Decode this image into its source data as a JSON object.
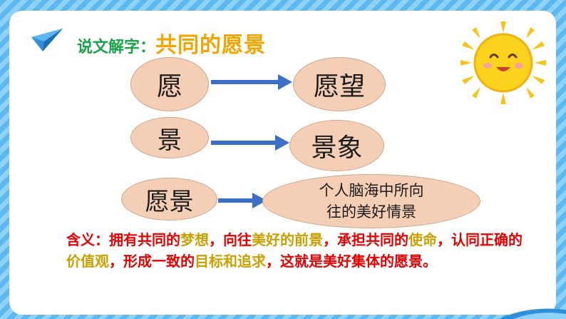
{
  "header": {
    "label": "说文解字：",
    "title": "共同的愿景"
  },
  "diagram": {
    "rows": [
      {
        "left": "愿",
        "right": "愿望"
      },
      {
        "left": "景",
        "right": "景象"
      },
      {
        "left": "愿景",
        "right_line1": "个人脑海中所向",
        "right_line2": "往的美好情景"
      }
    ]
  },
  "definition": {
    "p1": "含义：拥有共同的",
    "k1": "梦想",
    "p2": "，向往",
    "k2": "美好的前景",
    "p3": "，承担共同的",
    "k3": "使命",
    "p4": "，认同正确的",
    "k4": "价值观",
    "p5": "，形成一致的",
    "k5": "目标和追求",
    "p6": "，这就是美好集体的愿景。"
  },
  "colors": {
    "background_stripes": [
      "#5cb8ee",
      "#8fd2f7"
    ],
    "label_green": "#1aa34a",
    "title_orange": "#f2a400",
    "oval_fill": "#f5cfb5",
    "arrow_blue": "#3b6fc6",
    "definition_red": "#e60000",
    "keyword_yellow": "#c9a000"
  },
  "icons": {
    "plane": "paper-plane-icon",
    "sun": "smiling-sun-icon"
  }
}
